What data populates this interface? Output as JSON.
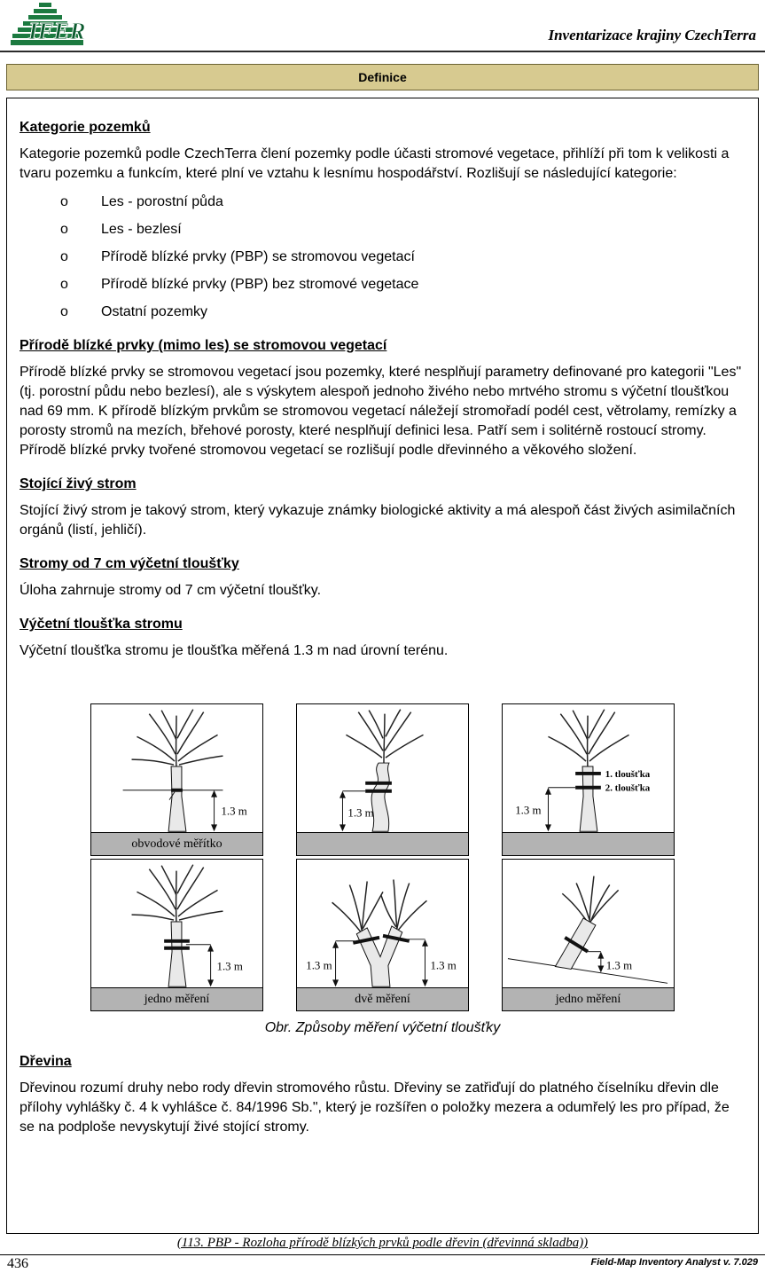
{
  "header": {
    "logo_text": "IFER",
    "journal_title": "Inventarizace krajiny CzechTerra"
  },
  "title_bar": {
    "label": "Definice"
  },
  "doc": {
    "bullet_char": "o",
    "h1": "Kategorie pozemků",
    "p1": "Kategorie pozemků podle CzechTerra člení pozemky podle účasti stromové vegetace, přihlíží při tom k velikosti a tvaru pozemku a funkcím, které plní ve vztahu k lesnímu hospodářství. Rozlišují se následující kategorie:",
    "list": [
      "Les - porostní půda",
      "Les - bezlesí",
      "Přírodě blízké prvky (PBP) se stromovou vegetací",
      "Přírodě blízké prvky (PBP) bez stromové vegetace",
      "Ostatní pozemky"
    ],
    "h2": "Přírodě blízké prvky (mimo les) se stromovou vegetací",
    "p2": "Přírodě blízké prvky se stromovou vegetací jsou pozemky, které nesplňují parametry definované pro kategorii \"Les\" (tj. porostní půdu nebo bezlesí), ale s výskytem alespoň jednoho živého nebo mrtvého stromu s výčetní tloušťkou nad 69 mm. K přírodě blízkým prvkům se stromovou vegetací náležejí stromořadí podél cest, větrolamy, remízky a porosty stromů na mezích, břehové porosty, které nesplňují definici lesa. Patří sem i solitérně rostoucí stromy. Přírodě blízké prvky tvořené stromovou vegetací se rozlišují podle dřevinného a věkového složení.",
    "h3": "Stojící živý strom",
    "p3": "Stojící živý strom je takový strom, který vykazuje známky biologické aktivity a má alespoň část živých asimilačních orgánů (listí, jehličí).",
    "h4": "Stromy od 7 cm výčetní tloušťky",
    "p4": "Úloha zahrnuje stromy od 7 cm výčetní tloušťky.",
    "h5": "Výčetní tloušťka stromu",
    "p5": "Výčetní tloušťka stromu je tloušťka měřená 1.3 m nad úrovní terénu.",
    "figure": {
      "panels": [
        {
          "caption": "obvodové měřítko",
          "labels": {
            "m": "1.3 m"
          }
        },
        {
          "caption": "",
          "labels": {
            "m": "1.3 m"
          }
        },
        {
          "caption": "",
          "labels": {
            "m": "1.3 m",
            "d1": "1. tloušťka",
            "d2": "2. tloušťka"
          }
        },
        {
          "caption": "jedno měření",
          "labels": {
            "m": "1.3 m"
          }
        },
        {
          "caption": "dvě měření",
          "labels": {
            "m1": "1.3 m",
            "m2": "1.3 m"
          }
        },
        {
          "caption": "jedno měření",
          "labels": {
            "m": "1.3 m"
          }
        }
      ],
      "caption": "Obr. Způsoby měření výčetní tloušťky"
    },
    "h6": "Dřevina",
    "p6": "Dřevinou rozumí druhy nebo rody dřevin stromového růstu. Dřeviny se zatřiďují do platného číselníku dřevin dle přílohy vyhlášky č. 4 k vyhlášce č. 84/1996 Sb.\", který je rozšířen o položky mezera a odumřelý les pro případ, že se na podploše nevyskytují živé stojící stromy.",
    "reference_link": "(113. PBP - Rozloha přírodě blízkých prvků podle dřevin (dřevinná skladba))"
  },
  "footer": {
    "page_number": "436",
    "app_version": "Field-Map Inventory Analyst v. 7.029"
  },
  "colors": {
    "title_bar_bg": "#d7ca90",
    "logo_green": "#1c7a40",
    "ground_band_gray": "#b3b3b3"
  }
}
